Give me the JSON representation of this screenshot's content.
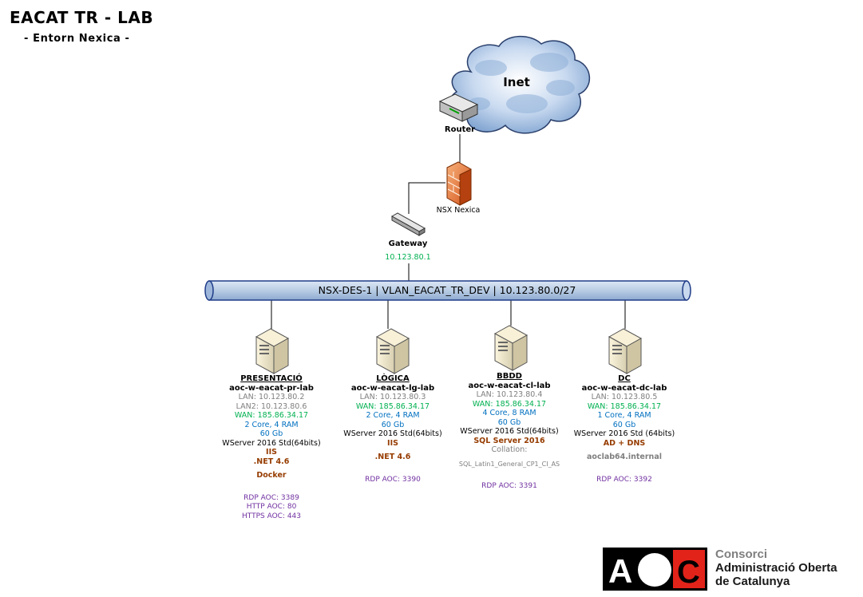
{
  "header": {
    "title": "EACAT TR - LAB",
    "subtitle": "- Entorn Nexica -"
  },
  "network": {
    "inet_label": "Inet",
    "router_label": "Router",
    "firewall_label": "NSX Nexica",
    "gateway_label": "Gateway",
    "gateway_ip": "10.123.80.1",
    "segment_label": "NSX-DES-1 | VLAN_EACAT_TR_DEV | 10.123.80.0/27"
  },
  "servers": [
    {
      "role": "PRESENTACIÓ",
      "hostname": "aoc-w-eacat-pr-lab",
      "lan": "LAN: 10.123.80.2",
      "lan2": "LAN2: 10.123.80.6",
      "wan": "WAN: 185.86.34.17",
      "cpu_ram": "2 Core, 4 RAM",
      "disk": "60 Gb",
      "os": "WServer 2016 Std(64bits)",
      "roles": [
        "IIS",
        ".NET 4.6",
        "Docker"
      ],
      "ports": [
        "RDP AOC: 3389",
        "HTTP AOC: 80",
        "HTTPS AOC: 443"
      ]
    },
    {
      "role": "LÒGICA",
      "hostname": "aoc-w-eacat-lg-lab",
      "lan": "LAN: 10.123.80.3",
      "wan": "WAN: 185.86.34.17",
      "cpu_ram": "2 Core, 4 RAM",
      "disk": "60 Gb",
      "os": "WServer 2016 Std(64bits)",
      "roles": [
        "IIS",
        ".NET 4.6"
      ],
      "ports": [
        "RDP AOC: 3390"
      ]
    },
    {
      "role": "BBDD",
      "hostname": "aoc-w-eacat-cl-lab",
      "lan": "LAN: 10.123.80.4",
      "wan": "WAN: 185.86.34.17",
      "cpu_ram": "4 Core, 8 RAM",
      "disk": "60 Gb",
      "os": "WServer 2016 Std(64bits)",
      "roles": [
        "SQL Server 2016"
      ],
      "collation_label": "Collation:",
      "collation_value": "SQL_Latin1_General_CP1_CI_AS",
      "ports": [
        "RDP AOC: 3391"
      ]
    },
    {
      "role": "DC",
      "hostname": "aoc-w-eacat-dc-lab",
      "lan": "LAN: 10.123.80.5",
      "wan": "WAN: 185.86.34.17",
      "cpu_ram": "1 Core, 4 RAM",
      "disk": "60 Gb",
      "os": "WServer 2016 Std (64bits)",
      "roles": [
        "AD + DNS"
      ],
      "domain": "aoclab64.internal",
      "ports": [
        "RDP AOC: 3392"
      ]
    }
  ],
  "logo": {
    "letters": "AOC",
    "line1": "Consorci",
    "line2": "Administració Oberta",
    "line3": "de Catalunya"
  },
  "colors": {
    "segment_fill": "#b8cce4",
    "segment_stroke": "#1f3c88",
    "wan_green": "#00b050",
    "core_blue": "#0070c0",
    "role_brown": "#963c00",
    "port_purple": "#7030a0",
    "logo_red": "#e2231a"
  }
}
